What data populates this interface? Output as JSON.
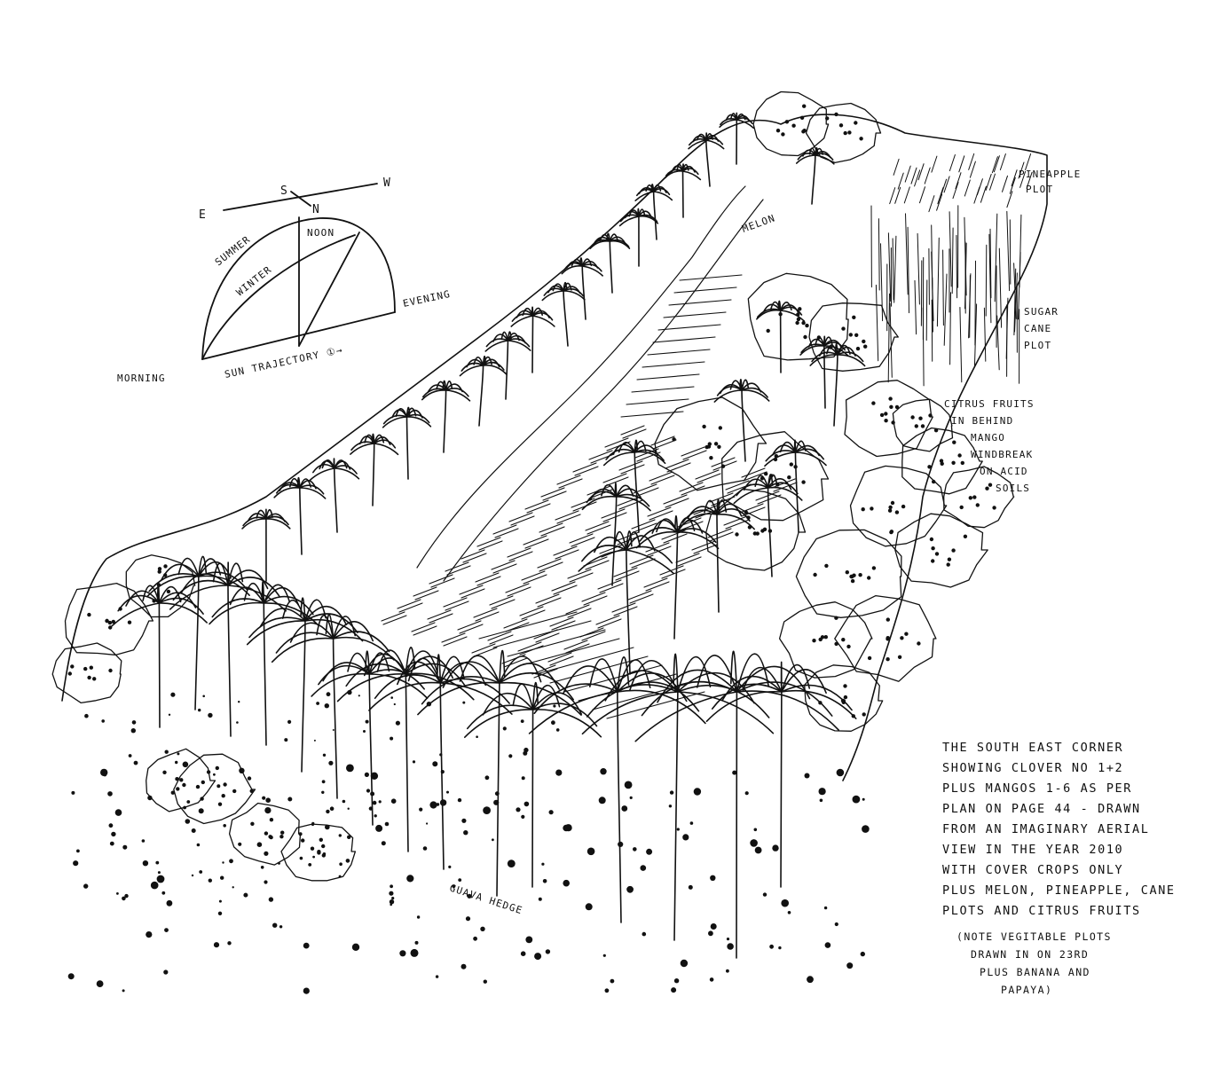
{
  "sun_diagram": {
    "east": "E",
    "south": "S",
    "north": "N",
    "west": "W",
    "summer": "SUMMER",
    "winter": "WINTER",
    "noon": "NOON",
    "morning": "MORNING",
    "evening": "EVENING",
    "trajectory": "SUN TRAJECTORY ①→"
  },
  "labels": {
    "pineapple": [
      "PINEAPPLE",
      "PLOT"
    ],
    "melon": "MELON",
    "sugar_cane": [
      "SUGAR",
      "CANE",
      "PLOT"
    ],
    "citrus": [
      "CITRUS FRUITS",
      "IN BEHIND",
      "MANGO",
      "WINDBREAK",
      "ON ACID",
      "SOILS"
    ],
    "guava_hedge": "GUAVA HEDGE"
  },
  "caption": {
    "lines": [
      "THE SOUTH EAST CORNER",
      "SHOWING CLOVER NO 1+2",
      "PLUS MANGOS 1-6 AS PER",
      "PLAN ON PAGE 44 - DRAWN",
      "FROM AN IMAGINARY AERIAL",
      "VIEW IN THE YEAR 2010",
      "WITH COVER CROPS ONLY",
      "PLUS MELON, PINEAPPLE, CANE",
      "PLOTS AND CITRUS FRUITS"
    ]
  },
  "note": {
    "lines": [
      "(NOTE VEGITABLE PLOTS",
      "DRAWN IN ON 23RD",
      "PLUS BANANA AND",
      "PAPAYA)"
    ]
  },
  "colors": {
    "ink": "#111111",
    "paper": "#ffffff"
  }
}
